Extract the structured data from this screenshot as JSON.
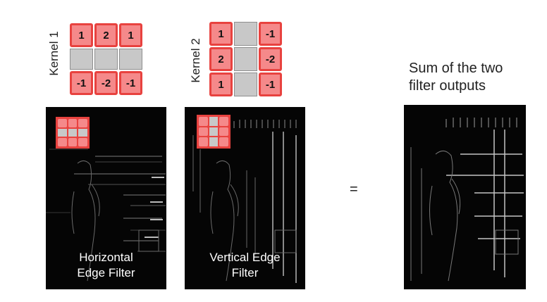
{
  "kernel1": {
    "label": "Kernel 1",
    "rows": [
      [
        "1",
        "2",
        "1"
      ],
      [
        "",
        "",
        ""
      ],
      [
        "-1",
        "-2",
        "-1"
      ]
    ]
  },
  "kernel2": {
    "label": "Kernel 2",
    "rows": [
      [
        "1",
        "",
        "-1"
      ],
      [
        "2",
        "",
        "-2"
      ],
      [
        "1",
        "",
        "-1"
      ]
    ]
  },
  "panels": {
    "horizontal_caption": "Horizontal\nEdge Filter",
    "vertical_caption": "Vertical Edge\nFilter"
  },
  "equals": "=",
  "sum_label": "Sum of the two\nfilter outputs",
  "colors": {
    "kernel_red": "#f5898a",
    "kernel_border": "#e8423f",
    "kernel_gray": "#c8c8c8"
  }
}
